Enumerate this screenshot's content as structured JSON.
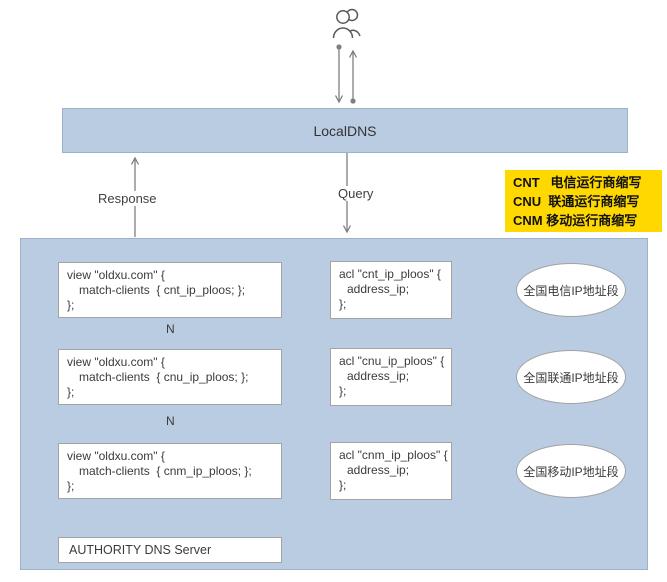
{
  "localdns_label": "LocalDNS",
  "labels": {
    "query": "Query",
    "response": "Response",
    "branch": "N"
  },
  "legend": {
    "lines": [
      "CNT   电信运行商缩写",
      "CNU  联通运行商缩写",
      "CNM 移动运行商缩写"
    ],
    "bg_color": "#ffd800"
  },
  "rows": [
    {
      "view_lines": [
        "view \"oldxu.com\" {",
        "match-clients  { cnt_ip_ploos; };",
        "};"
      ],
      "acl_lines": [
        "acl \"cnt_ip_ploos\" {",
        "address_ip;",
        "};"
      ],
      "target": "全国电信IP地址段"
    },
    {
      "view_lines": [
        "view \"oldxu.com\" {",
        "match-clients  { cnu_ip_ploos; };",
        "};"
      ],
      "acl_lines": [
        "acl \"cnu_ip_ploos\" {",
        "address_ip;",
        "};"
      ],
      "target": "全国联通IP地址段"
    },
    {
      "view_lines": [
        "view \"oldxu.com\" {",
        "match-clients  { cnm_ip_ploos; };",
        "};"
      ],
      "acl_lines": [
        "acl \"cnm_ip_ploos\" {",
        "address_ip;",
        "};"
      ],
      "target": "全国移动IP地址段"
    }
  ],
  "authority_label": "AUTHORITY DNS Server",
  "colors": {
    "panel_blue": "#bacce2",
    "arrow_gray": "#7f7f7f",
    "legend_yellow": "#ffd800"
  }
}
